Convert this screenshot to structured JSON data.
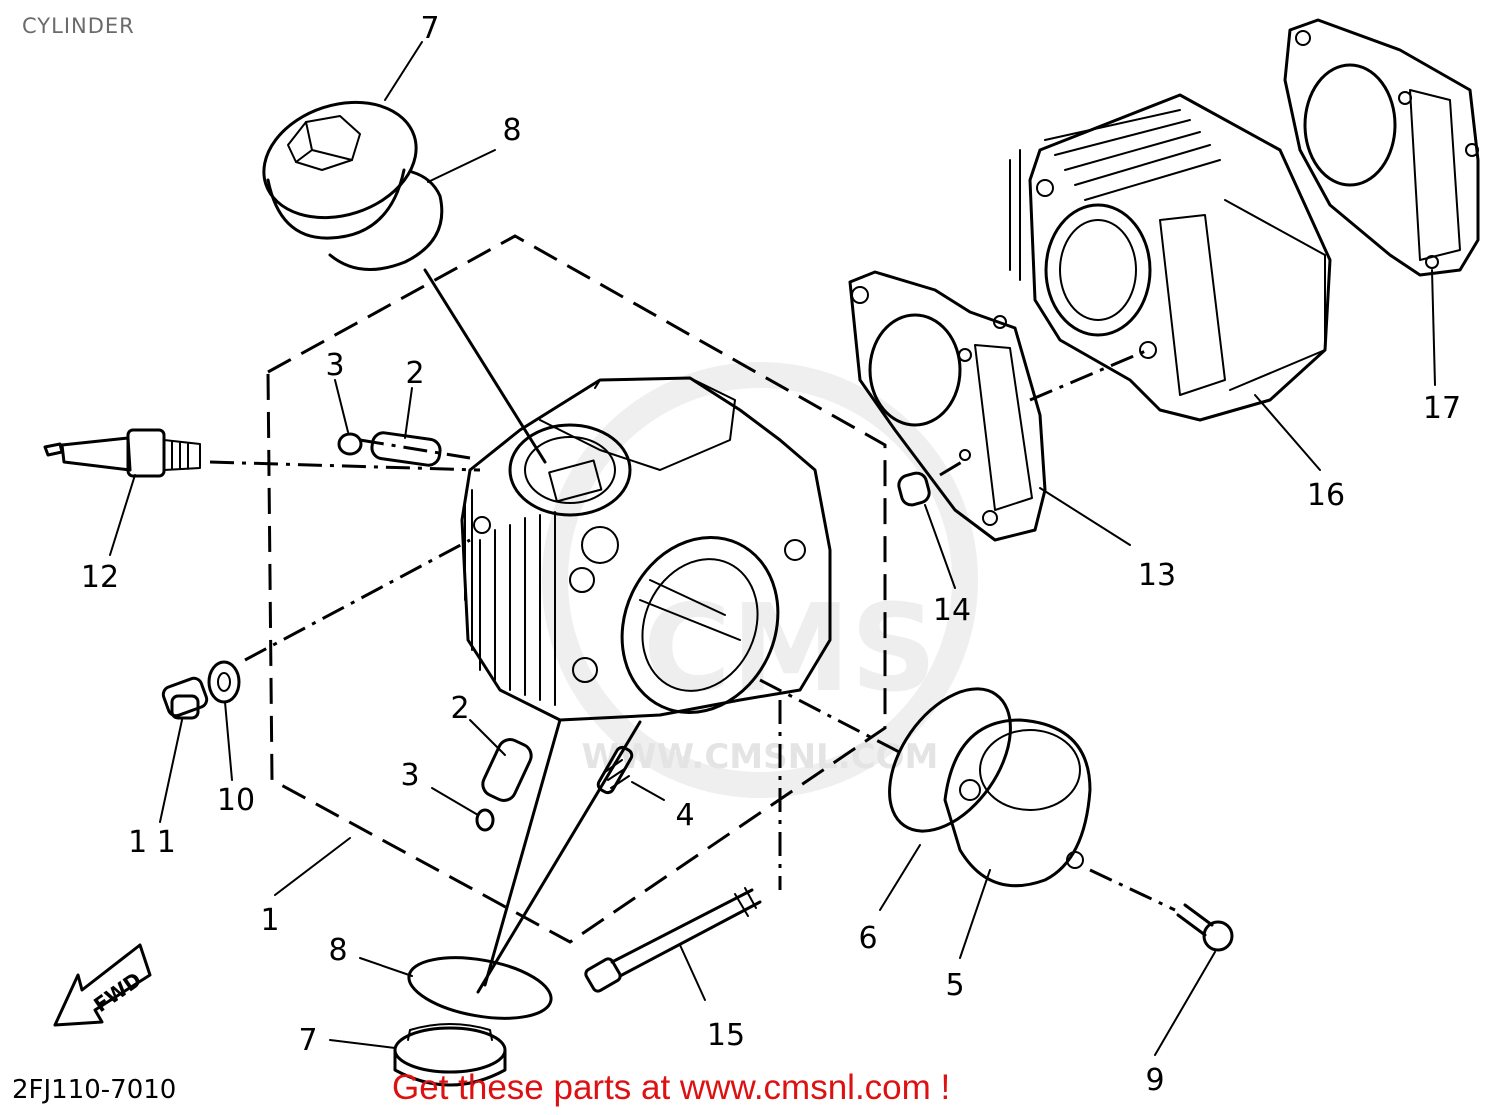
{
  "page": {
    "title": "CYLINDER",
    "drawing_code": "2FJ110-7010",
    "promo_text": "Get these parts at www.cmsnl.com !",
    "fwd_label": "FWD"
  },
  "watermark": {
    "logo": "CMS",
    "url": "WWW.CMSNL.COM"
  },
  "labels": [
    {
      "id": "label-1",
      "text": "1"
    },
    {
      "id": "label-2a",
      "text": "2"
    },
    {
      "id": "label-2b",
      "text": "2"
    },
    {
      "id": "label-3a",
      "text": "3"
    },
    {
      "id": "label-3b",
      "text": "3"
    },
    {
      "id": "label-4",
      "text": "4"
    },
    {
      "id": "label-5",
      "text": "5"
    },
    {
      "id": "label-6",
      "text": "6"
    },
    {
      "id": "label-7a",
      "text": "7"
    },
    {
      "id": "label-7b",
      "text": "7"
    },
    {
      "id": "label-8a",
      "text": "8"
    },
    {
      "id": "label-8b",
      "text": "8"
    },
    {
      "id": "label-9",
      "text": "9"
    },
    {
      "id": "label-10",
      "text": "10"
    },
    {
      "id": "label-11",
      "text": "1 1"
    },
    {
      "id": "label-12",
      "text": "12"
    },
    {
      "id": "label-13",
      "text": "13"
    },
    {
      "id": "label-14",
      "text": "14"
    },
    {
      "id": "label-15",
      "text": "15"
    },
    {
      "id": "label-16",
      "text": "16"
    },
    {
      "id": "label-17",
      "text": "17"
    }
  ],
  "colors": {
    "promo": "#dd1111",
    "title": "#6b6b6b",
    "line": "#000000",
    "watermark": "#e4e4e4"
  }
}
